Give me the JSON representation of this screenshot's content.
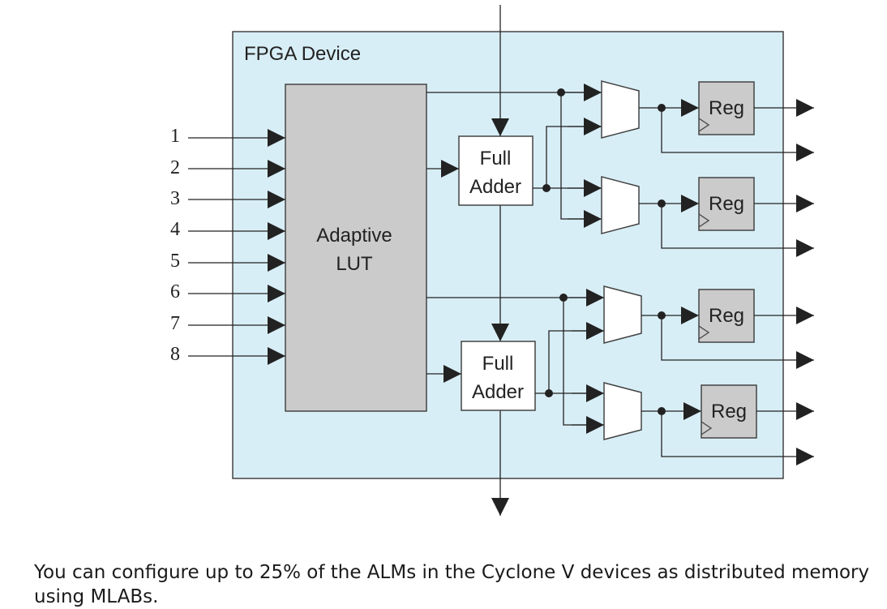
{
  "diagram": {
    "title": "FPGA Device",
    "inputs": [
      "1",
      "2",
      "3",
      "4",
      "5",
      "6",
      "7",
      "8"
    ],
    "lut_label_line1": "Adaptive",
    "lut_label_line2": "LUT",
    "adder_label_line1": "Full",
    "adder_label_line2": "Adder",
    "register_label": "Reg"
  },
  "caption": "You can configure up to 25% of the ALMs in the Cyclone V devices as distributed memory using MLABs.",
  "colors": {
    "device_fill": "#d8eef6",
    "block_fill": "#cbcbcb",
    "line": "#222222"
  }
}
